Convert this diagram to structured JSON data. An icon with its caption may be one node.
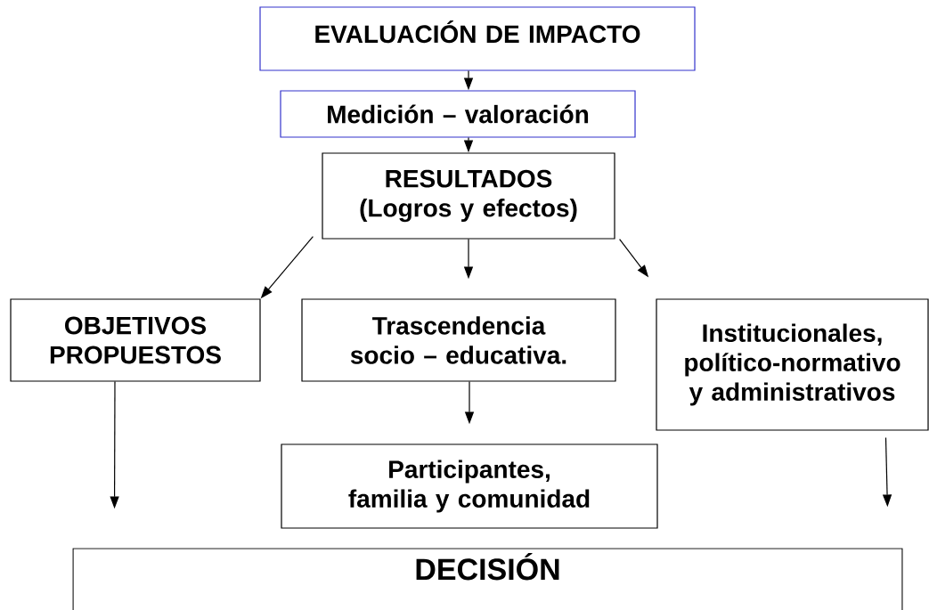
{
  "diagram": {
    "nodes": [
      {
        "text": [
          "EVALUACIÓN DE IMPACTO"
        ]
      },
      {
        "text": [
          "Medición – valoración"
        ]
      },
      {
        "text": [
          "RESULTADOS (Logros y efectos)"
        ]
      },
      {
        "text": [
          "OBJETIVOS PROPUESTOS"
        ]
      },
      {
        "text": [
          "Trascendencia socio – educativa."
        ]
      },
      {
        "text": [
          "Institucionales, político-normativo y administrativos"
        ]
      },
      {
        "text": [
          "Participantes, familia y comunidad"
        ]
      },
      {
        "text": [
          "DECISIÓN"
        ]
      }
    ],
    "edges": [
      {
        "from": 0,
        "to": 1,
        "arrow": "to"
      },
      {
        "from": 1,
        "to": 2,
        "arrow": "to"
      },
      {
        "from": 2,
        "to": 3,
        "arrow": "to"
      },
      {
        "from": 2,
        "to": 4,
        "arrow": "to"
      },
      {
        "from": 2,
        "to": 5,
        "arrow": "to"
      },
      {
        "from": 4,
        "to": 6,
        "arrow": "to"
      },
      {
        "from": 3,
        "to": 7,
        "arrow": "to"
      },
      {
        "from": 5,
        "to": 7,
        "arrow": "to"
      }
    ]
  }
}
